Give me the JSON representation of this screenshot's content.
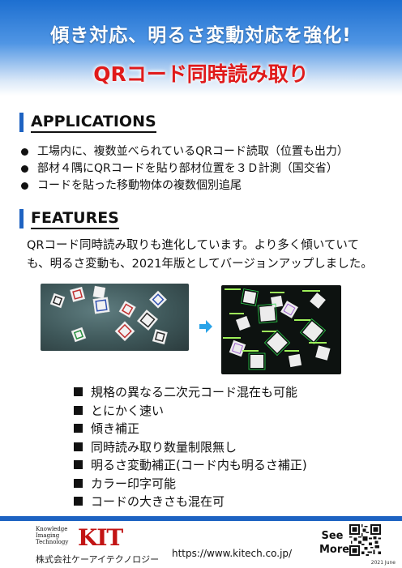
{
  "header": {
    "title_line1": "傾き対応、明るさ変動対応を強化!",
    "title_line2": "QRコード同時読み取り"
  },
  "applications": {
    "heading": "APPLICATIONS",
    "items": [
      "工場内に、複数並べられているQRコード読取（位置も出力）",
      "部材４隅にQRコードを貼り部材位置を３Ｄ計測（国交省）",
      "コードを貼った移動物体の複数個別追尾"
    ]
  },
  "features": {
    "heading": "FEATURES",
    "description_line1": "QRコード同時読み取りも進化しています。より多く傾いていて",
    "description_line2": "も、明るさ変動も、2021年版としてバージョンアップしました。",
    "items": [
      "規格の異なる二次元コード混在も可能",
      "とにかく速い",
      "傾き補正",
      "同時読み取り数量制限無し",
      "明るさ変動補正(コード内も明るさ補正)",
      "カラー印字可能",
      "コードの大きさも混在可"
    ]
  },
  "footer": {
    "logo_word1": "Knowledge",
    "logo_word2": "Imaging",
    "logo_word3": "Technology",
    "logo_mark": "KIT",
    "company": "株式会社ケーアイテクノロジー",
    "url": "https://www.kitech.co.jp/",
    "see": "See",
    "more": "More",
    "date": "2021 June"
  },
  "colors": {
    "accent_blue": "#1e63c2",
    "title_red": "#e01a1a",
    "logo_red": "#c21414"
  },
  "icons": {
    "arrow": "right-arrow-icon",
    "qr": "qr-code-icon"
  }
}
